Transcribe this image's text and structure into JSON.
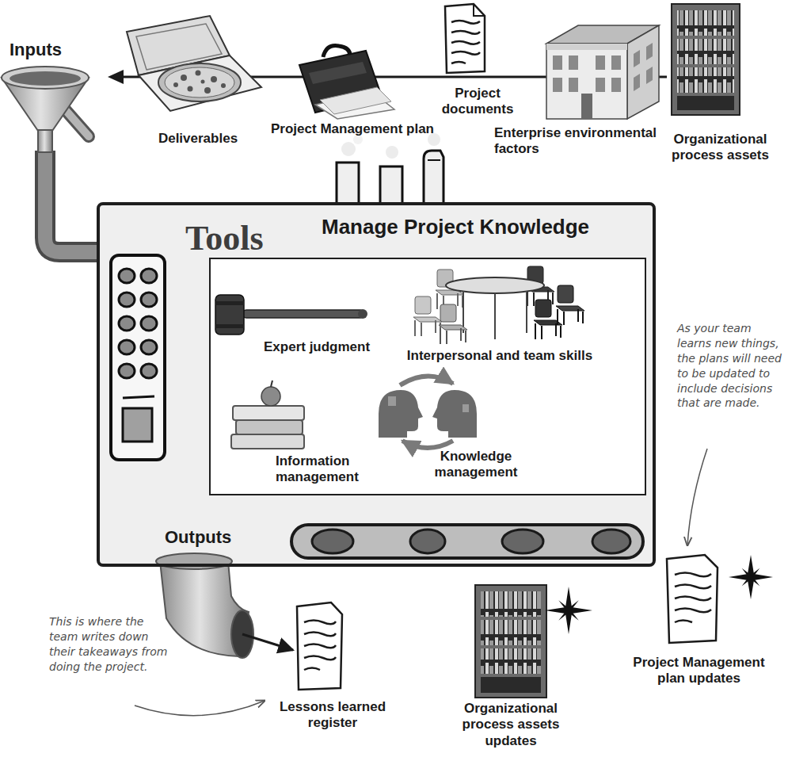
{
  "diagram": {
    "nodes": [
      {
        "text": [
          "Manage Project Knowledge"
        ]
      },
      {
        "text": [
          "Tools",
          "Expert judgment",
          "Interpersonal and team skills",
          "Information management",
          "Knowledge management"
        ],
        "in": 0
      }
    ],
    "labels": [
      "Inputs",
      "Deliverables",
      "Project Management plan",
      "Project documents",
      "Enterprise environmental factors",
      "Organizational process assets",
      "Outputs",
      "Lessons learned register",
      "Organizational process assets updates",
      "Project Management plan updates",
      "As your team learns new things, the plans will need to be updated to include decisions that are made.",
      "This is where the team writes down their takeaways from doing the project."
    ]
  }
}
